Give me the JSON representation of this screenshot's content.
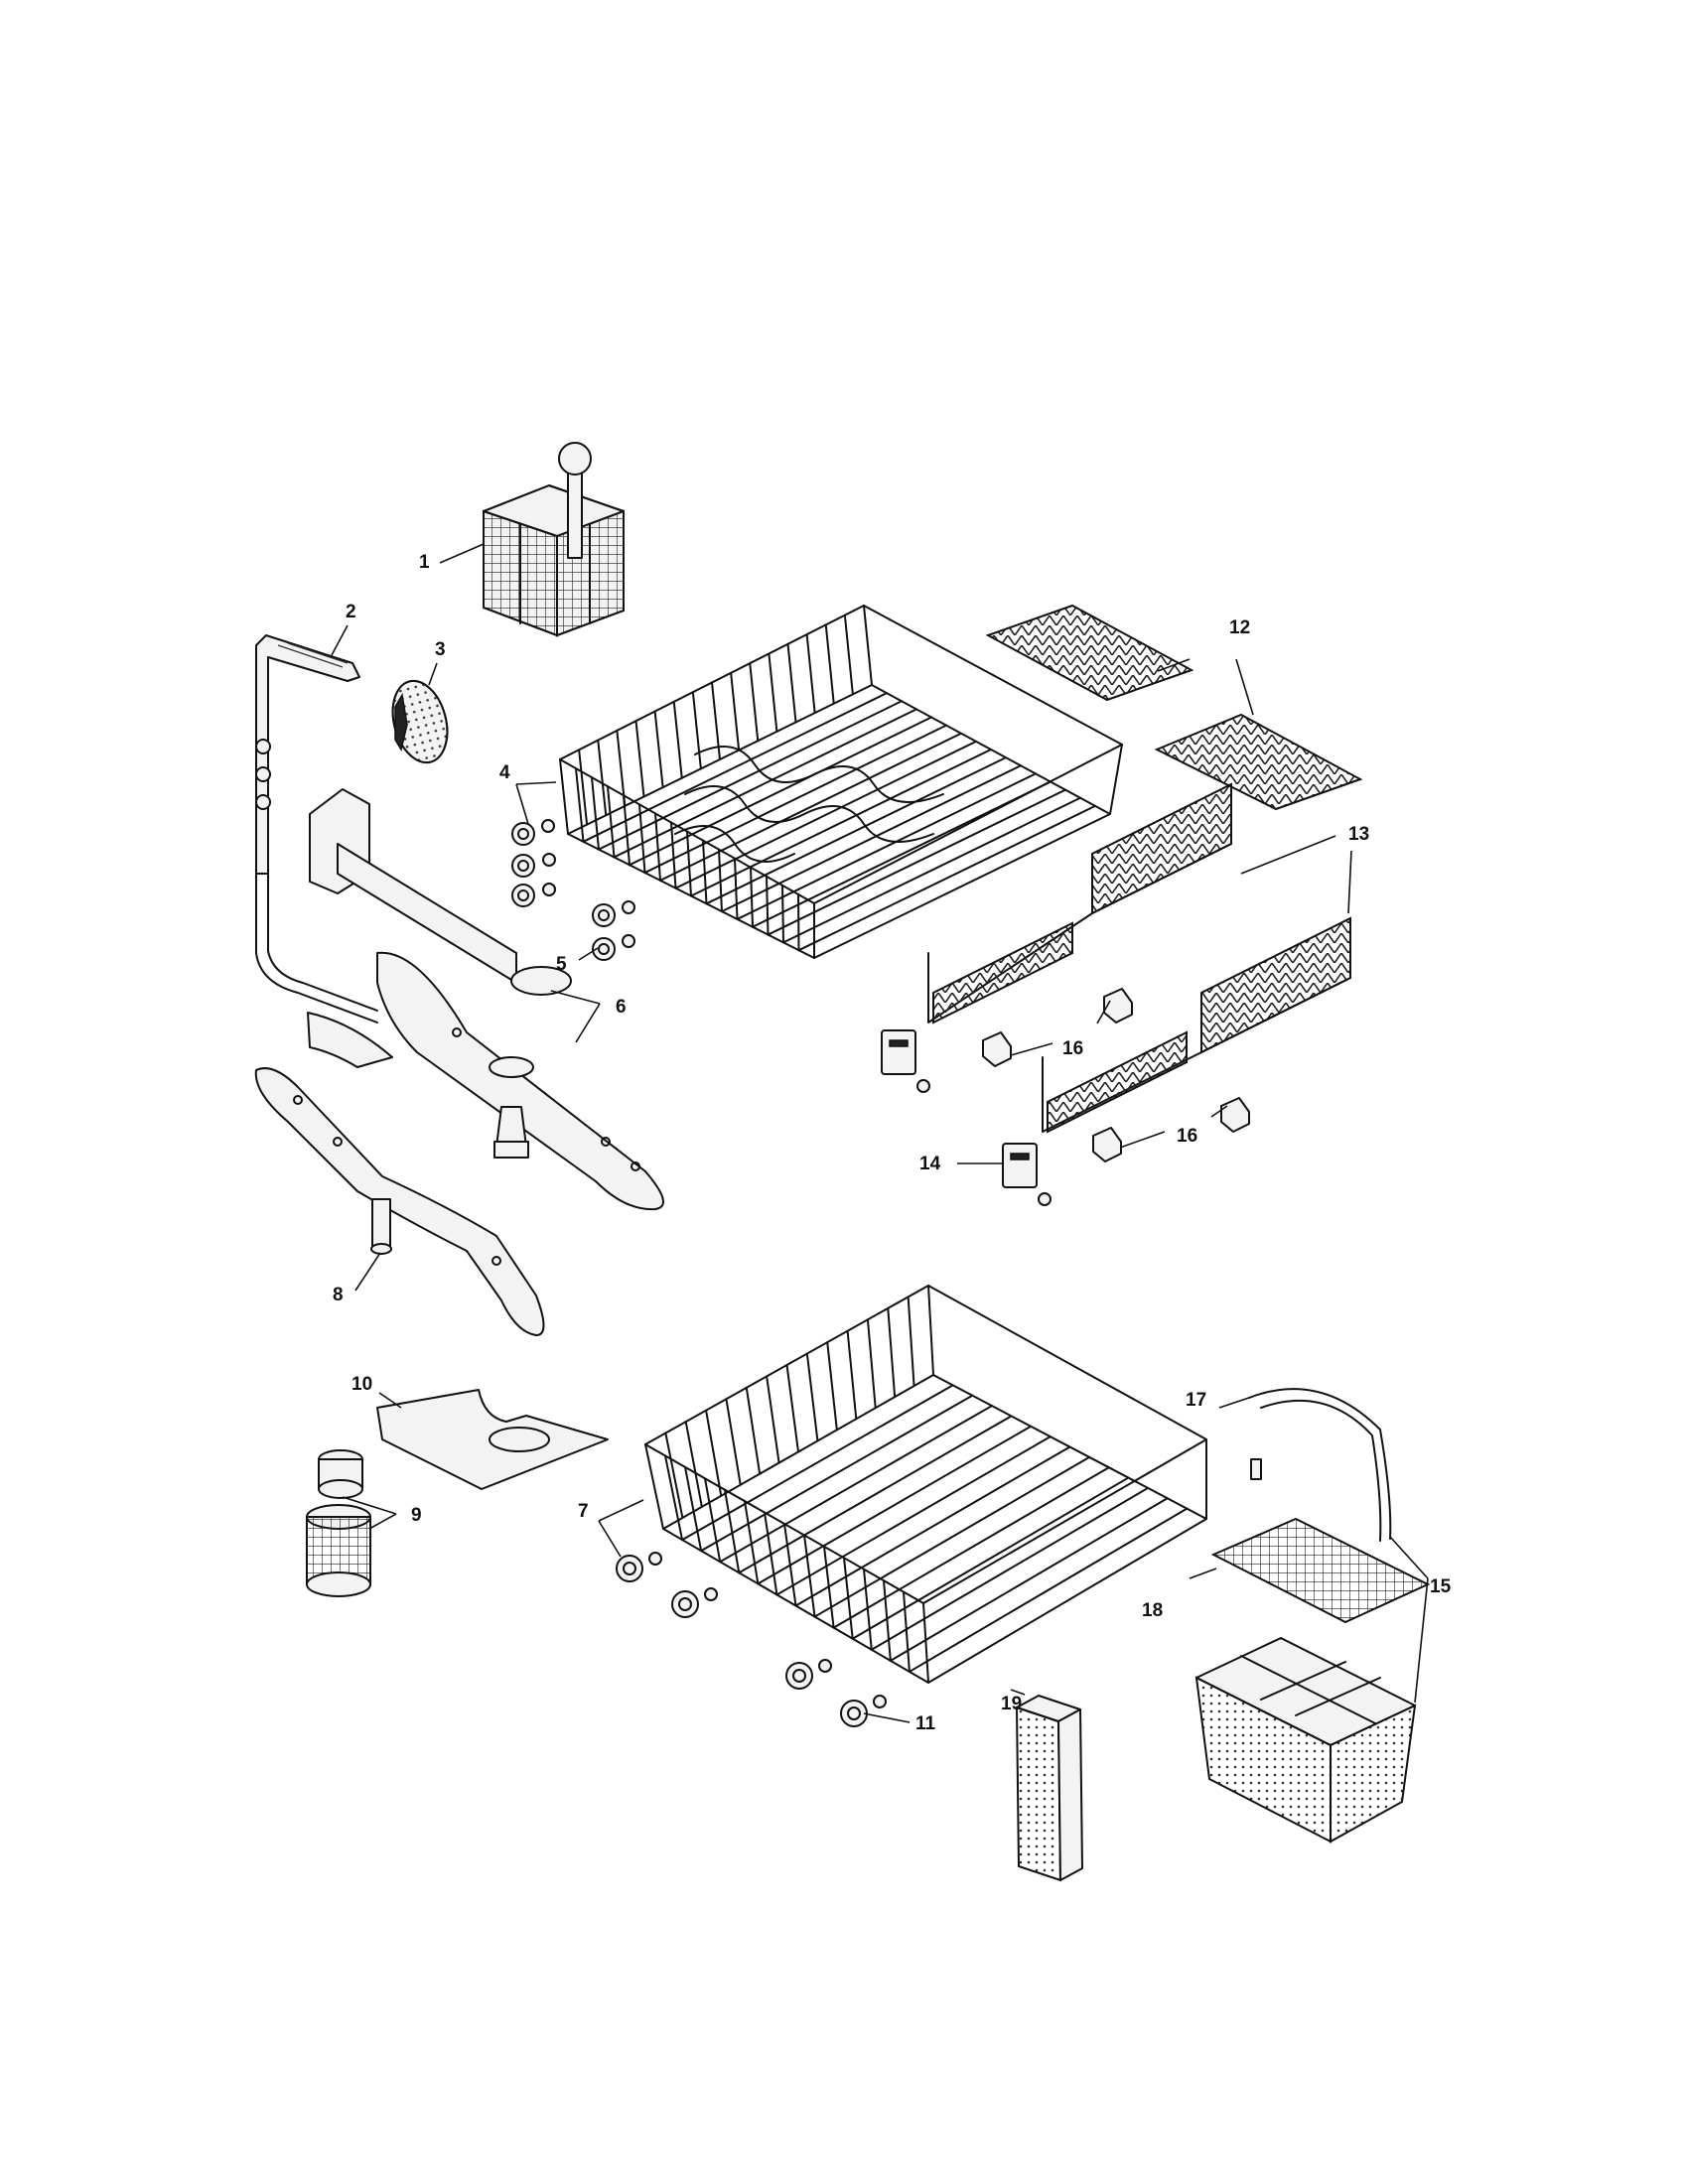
{
  "callouts": {
    "c1": "1",
    "c2": "2",
    "c3": "3",
    "c4": "4",
    "c5": "5",
    "c6": "6",
    "c7": "7",
    "c8": "8",
    "c9": "9",
    "c10": "10",
    "c11": "11",
    "c12": "12",
    "c13": "13",
    "c14": "14",
    "c15": "15",
    "c16a": "16",
    "c16b": "16",
    "c17": "17",
    "c18": "18",
    "c19": "19"
  }
}
